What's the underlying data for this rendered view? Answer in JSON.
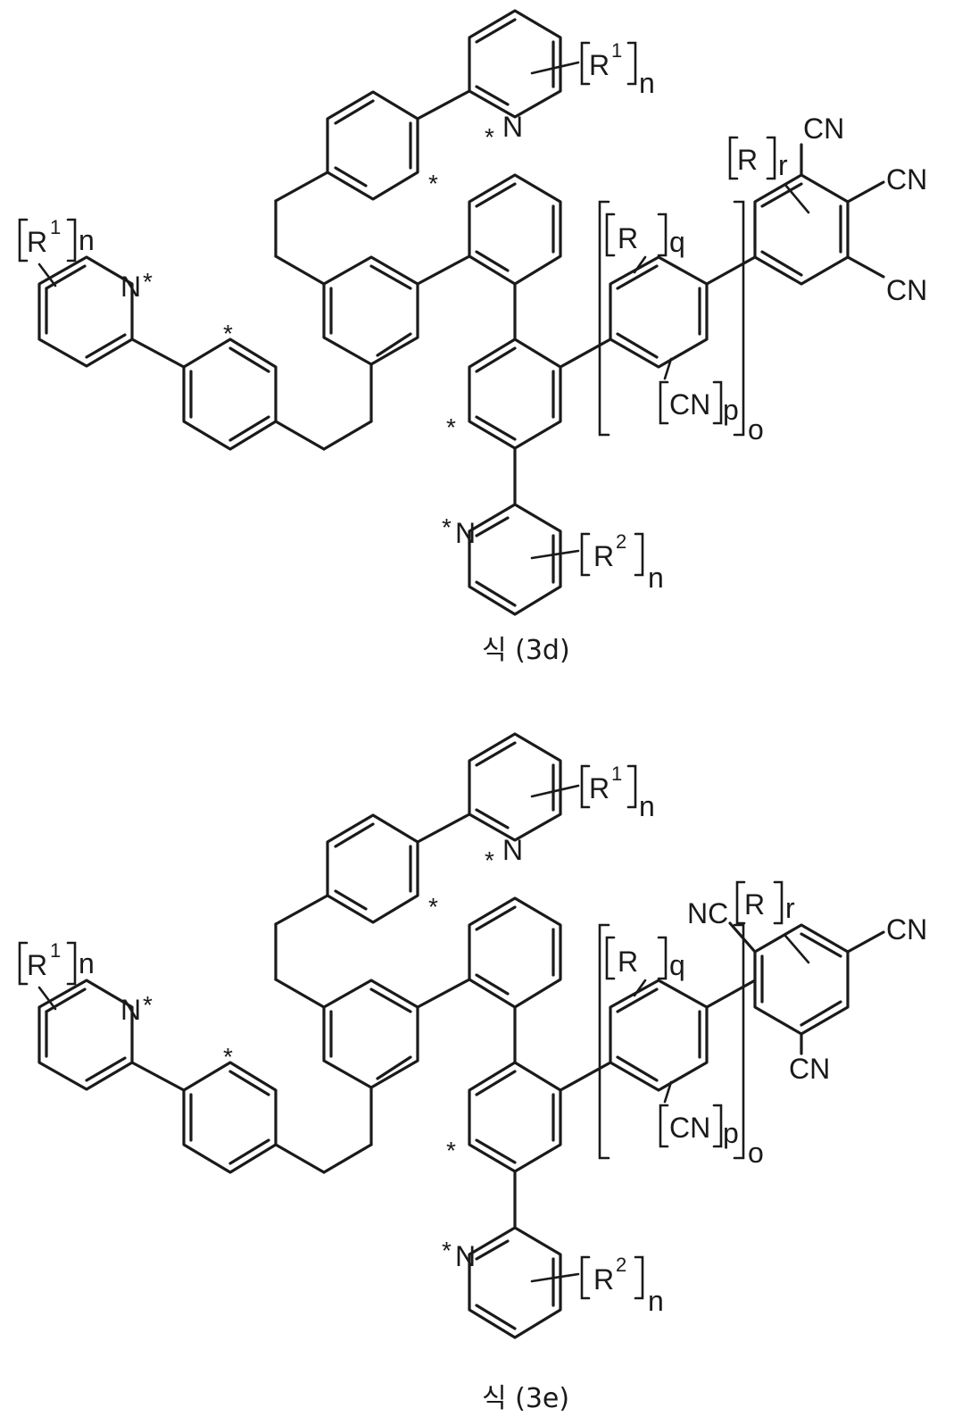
{
  "atoms": {
    "N": "N",
    "R": "R",
    "CN": "CN",
    "NC": "NC",
    "star": "*",
    "R1_sup": "1",
    "R2_sup": "2",
    "sub_n": "n",
    "sub_q": "q",
    "sub_p": "p",
    "sub_o": "o",
    "sub_r": "r"
  },
  "captions": {
    "top": "식 (3d)",
    "bottom": "식 (3e)"
  }
}
